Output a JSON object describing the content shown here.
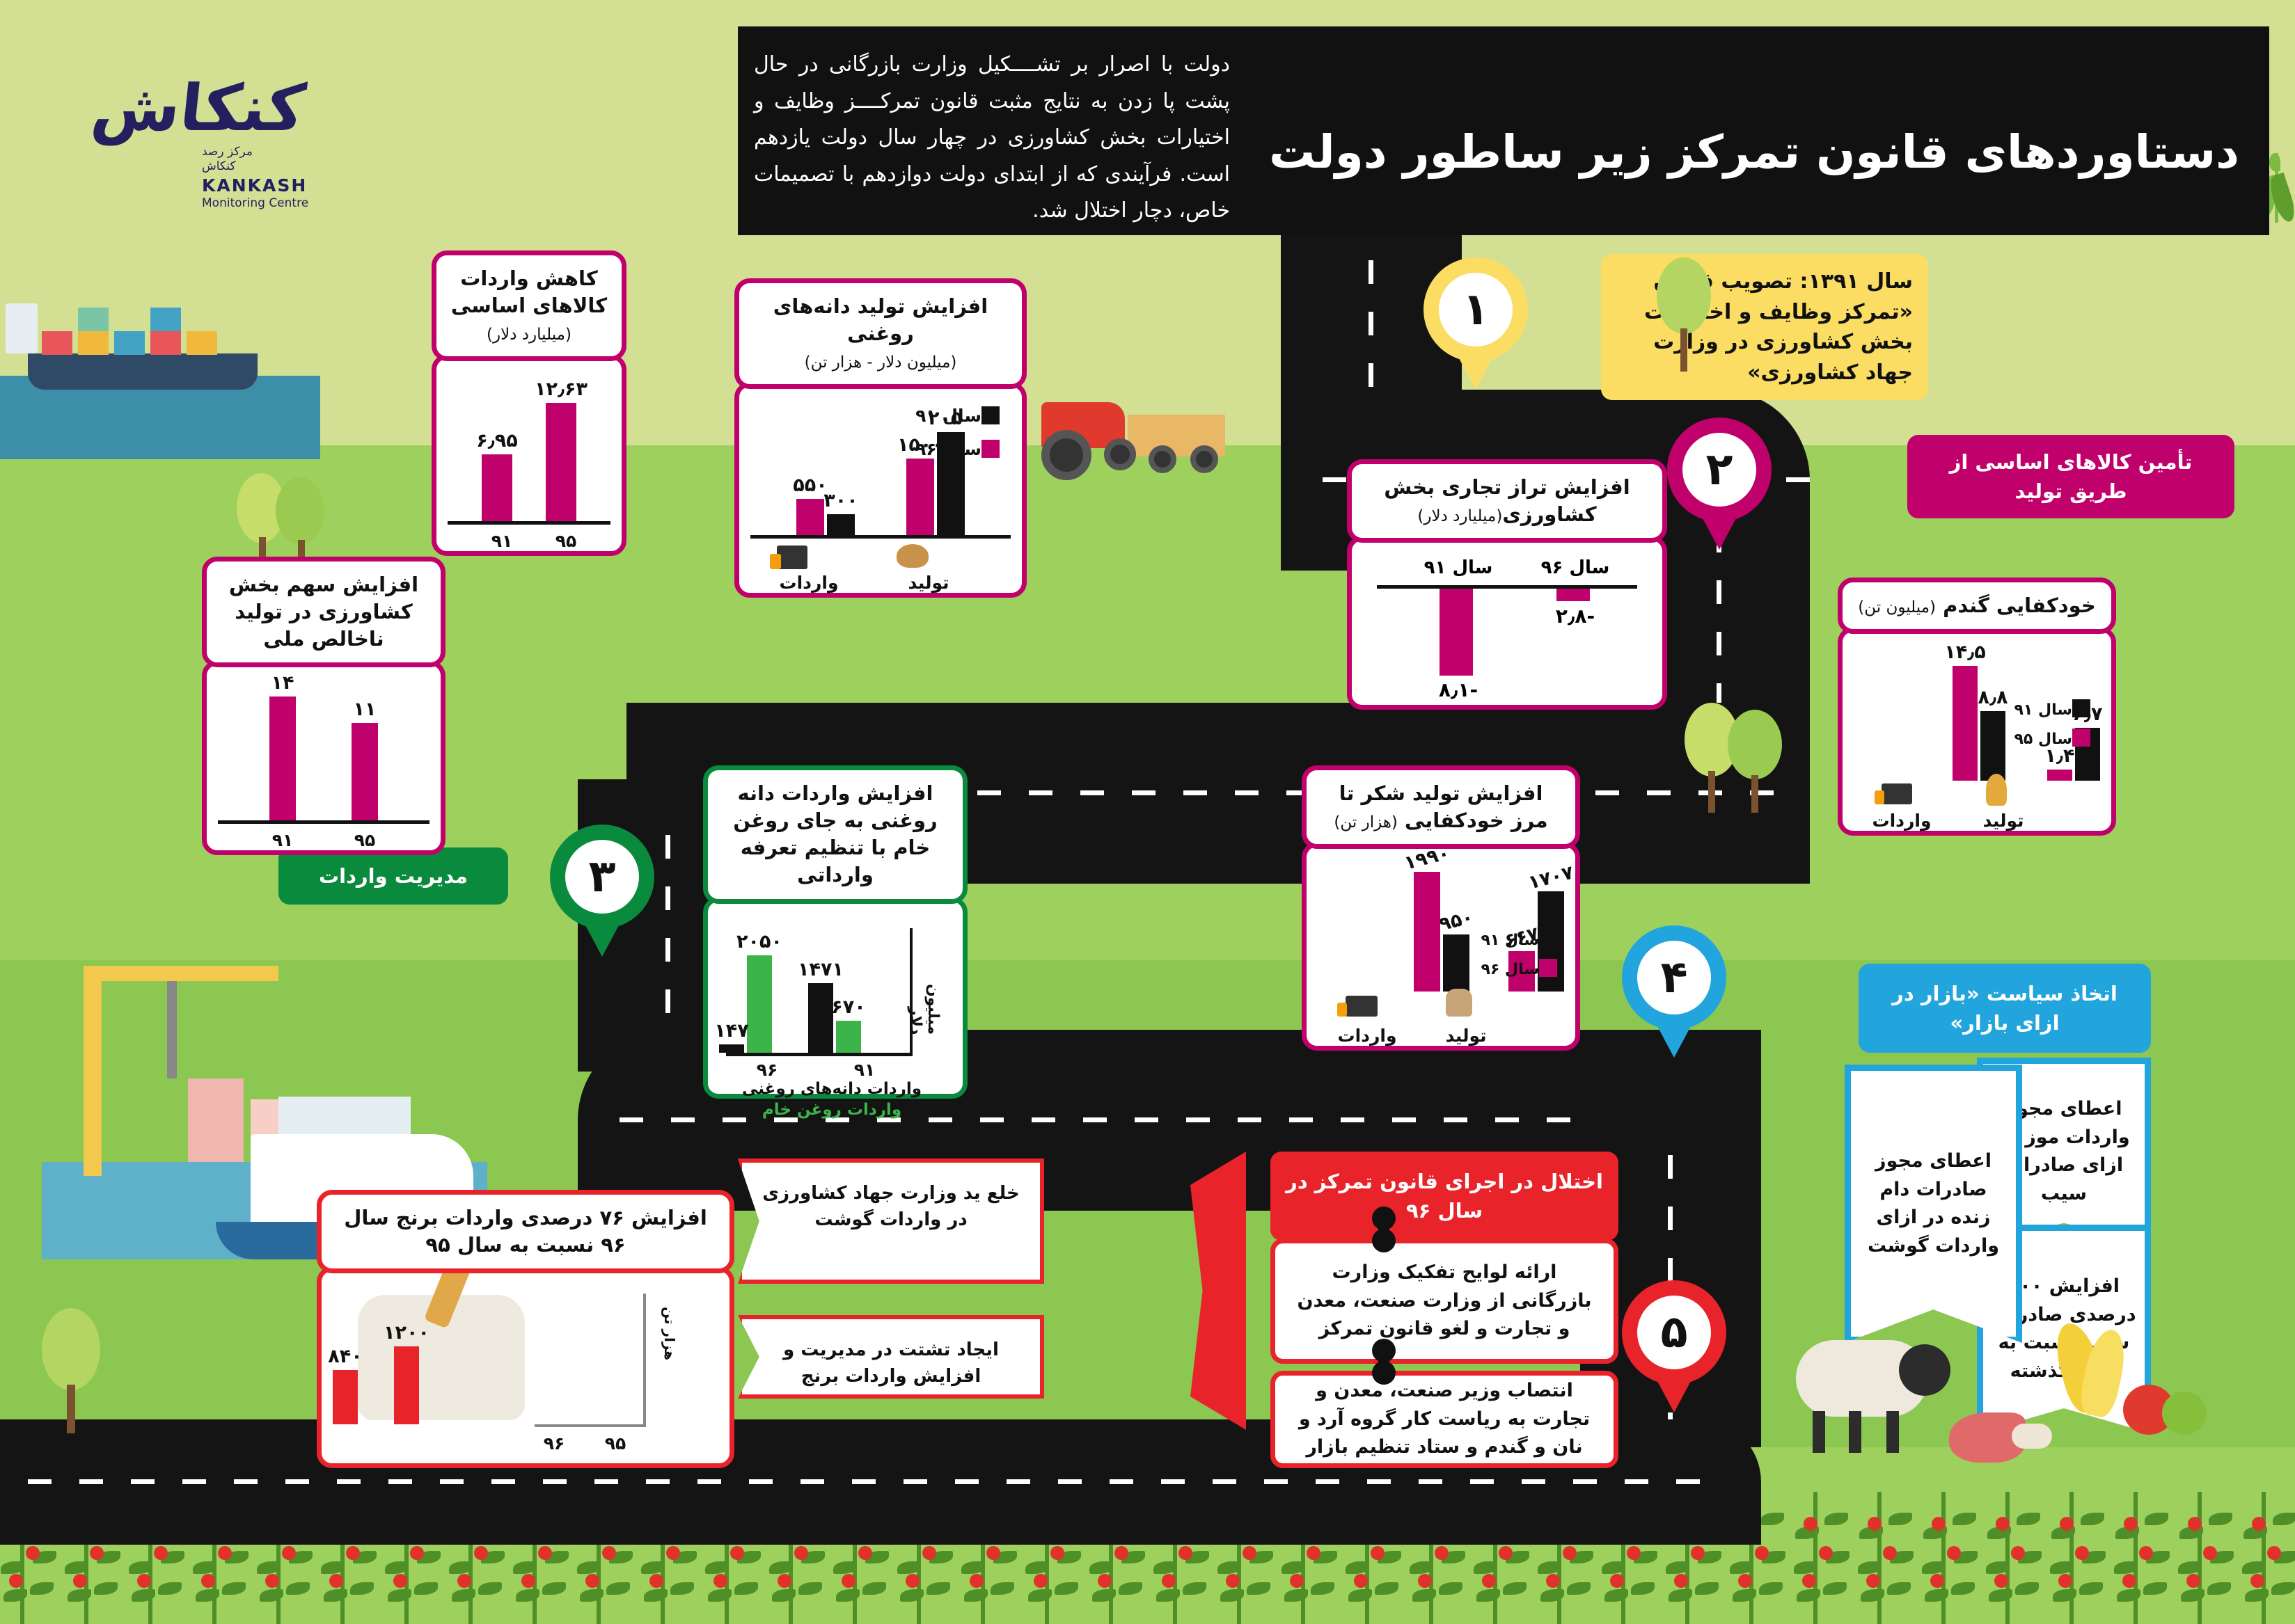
{
  "meta": {
    "brand": {
      "script": "کنکاش",
      "fa_line1": "مرکز رصد",
      "fa_line2": "کنکاش",
      "en_name": "KANKASH",
      "en_sub": "Monitoring Centre"
    },
    "colors": {
      "magenta": "#c1016b",
      "green": "#0a8a3c",
      "red": "#e8232a",
      "blue": "#22a5dd",
      "yellow": "#fbdd63",
      "black": "#111111",
      "bg_light": "#d3e094",
      "bg_mid": "#9ed05e"
    }
  },
  "header": {
    "title": "دستاوردهای قانون تمرکز زیر ساطور دولت",
    "intro": "دولت با اصرار بر تشــــکیل وزارت بازرگانی در حال پشت پا زدن به نتایج مثبت قانون تمرکــــز وظایف و اختیارات بخش کشاورزی در چهار سال دولت یازدهم است. فرآیندی که از ابتدای دولت دوازدهم با تصمیمات خاص، دچار اختلال شد."
  },
  "pins": [
    {
      "label": "۱",
      "color": "#fbdd63"
    },
    {
      "label": "۲",
      "color": "#c1016b"
    },
    {
      "label": "۳",
      "color": "#0a8a3c"
    },
    {
      "label": "۴",
      "color": "#22a5dd"
    },
    {
      "label": "۵",
      "color": "#e8232a"
    }
  ],
  "callouts": {
    "step1": "سال ۱۳۹۱: تصویب قانون «تمرکز وظایف و اختیارات بخش کشاورزی در وزارت جهاد کشاورزی»",
    "step2": "تأمین کالاهای اساسی از طریق تولید",
    "step3": "مدیریت واردات",
    "step4": "اتخاذ سیاست «بازار در ازای بازار»",
    "step5": "اختلال در اجرای قانون تمرکز در سال ۹۶"
  },
  "chart_data": [
    {
      "id": "basic-goods-imports",
      "type": "bar",
      "title": "کاهش واردات کالاهای اساسی",
      "unit": "(میلیارد دلار)",
      "accent": "#c1016b",
      "categories": [
        "۹۱",
        "۹۵"
      ],
      "series": [
        {
          "name": "",
          "color": "#c1016b",
          "values": [
            "۱۲٫۶۳",
            "۶٫۹۵"
          ],
          "numeric": [
            12.63,
            6.95
          ]
        }
      ],
      "ylabel": "",
      "xlabel": ""
    },
    {
      "id": "oilseed-production",
      "type": "bar",
      "title": "افزایش تولید دانه‌های روغنی",
      "unit": "(میلیون دلار - هزار تن)",
      "accent": "#c1016b",
      "categories": [
        "واردات",
        "تولید"
      ],
      "series": [
        {
          "name": "سال ۹۱",
          "color": "#111111",
          "values": [
            "۲۰۵۰",
            "۳۰۰"
          ],
          "numeric": [
            2050,
            300
          ]
        },
        {
          "name": "سال ۹۶",
          "color": "#c1016b",
          "values": [
            "۱۵۰۰",
            "۵۵۰"
          ],
          "numeric": [
            1500,
            550
          ]
        }
      ],
      "icons": [
        "truck-icon",
        "seeds-icon"
      ]
    },
    {
      "id": "agri-trade-balance",
      "type": "bar",
      "title": "افزایش تراز تجاری بخش کشاورزی",
      "unit": "(میلیارد دلار)",
      "accent": "#c1016b",
      "categories": [
        "سال ۹۱",
        "سال ۹۶"
      ],
      "series": [
        {
          "name": "",
          "color": "#c1016b",
          "values": [
            "-۸٫۱",
            "-۲٫۸"
          ],
          "numeric": [
            -8.1,
            -2.8
          ]
        }
      ],
      "negative": true
    },
    {
      "id": "wheat-self-sufficiency",
      "type": "bar",
      "title": "خودکفایی گندم",
      "unit": "(میلیون تن)",
      "accent": "#c1016b",
      "categories": [
        "واردات",
        "تولید"
      ],
      "series": [
        {
          "name": "سال ۹۱",
          "color": "#111111",
          "values": [
            "۶٫۷",
            "۸٫۸"
          ],
          "numeric": [
            6.7,
            8.8
          ]
        },
        {
          "name": "سال ۹۵",
          "color": "#c1016b",
          "values": [
            "۱٫۴",
            "۱۴٫۵"
          ],
          "numeric": [
            1.4,
            14.5
          ]
        }
      ],
      "icons": [
        "truck-icon",
        "wheat-icon"
      ]
    },
    {
      "id": "agri-gdp-share",
      "type": "bar",
      "title": "افزایش سهم بخش کشاورزی در تولید ناخالص ملی",
      "unit": "",
      "accent": "#c1016b",
      "categories": [
        "۹۱",
        "۹۵"
      ],
      "series": [
        {
          "name": "",
          "color": "#c1016b",
          "values": [
            "۱۱",
            "۱۴"
          ],
          "numeric": [
            11,
            14
          ]
        }
      ]
    },
    {
      "id": "oilseed-vs-crude-oil-imports",
      "type": "bar",
      "title": "افزایش واردات دانه روغنی به جای روغن خام با تنظیم تعرفه وارداتی",
      "unit": "",
      "accent": "#0a8a3c",
      "ylabel": "میلیون دلار",
      "categories": [
        "۹۱",
        "۹۶"
      ],
      "series": [
        {
          "name": "واردات دانه‌های روغنی",
          "color": "#111111",
          "values": [
            "۱۴۷",
            "۱۴۷۱"
          ],
          "numeric": [
            147,
            1471
          ]
        },
        {
          "name": "واردات روغن خام",
          "color": "#3bb54a",
          "values": [
            "۲۰۵۰",
            "۶۷۰"
          ],
          "numeric": [
            2050,
            670
          ]
        }
      ]
    },
    {
      "id": "sugar-production",
      "type": "bar",
      "title": "افزایش تولید شکر تا مرز خودکفایی",
      "unit": "(هزار تن)",
      "accent": "#c1016b",
      "categories": [
        "واردات",
        "تولید"
      ],
      "series": [
        {
          "name": "سال ۹۱",
          "color": "#111111",
          "values": [
            "۱۷۰۷",
            "۹۵۰"
          ],
          "numeric": [
            1707,
            950
          ]
        },
        {
          "name": "سال ۹۶",
          "color": "#c1016b",
          "values": [
            "۶۶۷",
            "۱۹۹۰"
          ],
          "numeric": [
            667,
            1990
          ]
        }
      ],
      "icons": [
        "truck-icon",
        "sugar-sack-icon"
      ]
    },
    {
      "id": "rice-imports",
      "type": "bar",
      "title": "افزایش ۷۶ درصدی واردات برنج سال ۹۶ نسبت به سال ۹۵",
      "unit": "",
      "accent": "#e8232a",
      "ylabel": "هزار تن",
      "categories": [
        "۹۵",
        "۹۶"
      ],
      "series": [
        {
          "name": "",
          "color": "#e8232a",
          "values": [
            "۸۴۰",
            "۱۲۰۰"
          ],
          "numeric": [
            840,
            1200
          ]
        }
      ],
      "icons": [
        "rice-sack-icon"
      ]
    }
  ],
  "blue_boxes": [
    "اعطای مجوز واردات موز در ازای صادرات سیب",
    "افزایش ۳۰۰ درصدی صادرات سیب نسبت به سال گذشته",
    "اعطای مجوز صادرات دام زنده در ازای واردات گوشت"
  ],
  "red_flags": [
    "خلع ید وزارت جهاد کشاورزی در واردات گوشت",
    "ایجاد تشتت در مدیریت و افزایش واردات برنج"
  ],
  "red_boxes": [
    "ارائه لوایح تفکیک وزارت بازرگانی از وزارت صنعت، معدن و تجارت و لغو قانون تمرکز",
    "انتصاب وزیر صنعت، معدن و تجارت به ریاست کار گروه آرد و نان و گندم و ستاد تنظیم بازار"
  ]
}
